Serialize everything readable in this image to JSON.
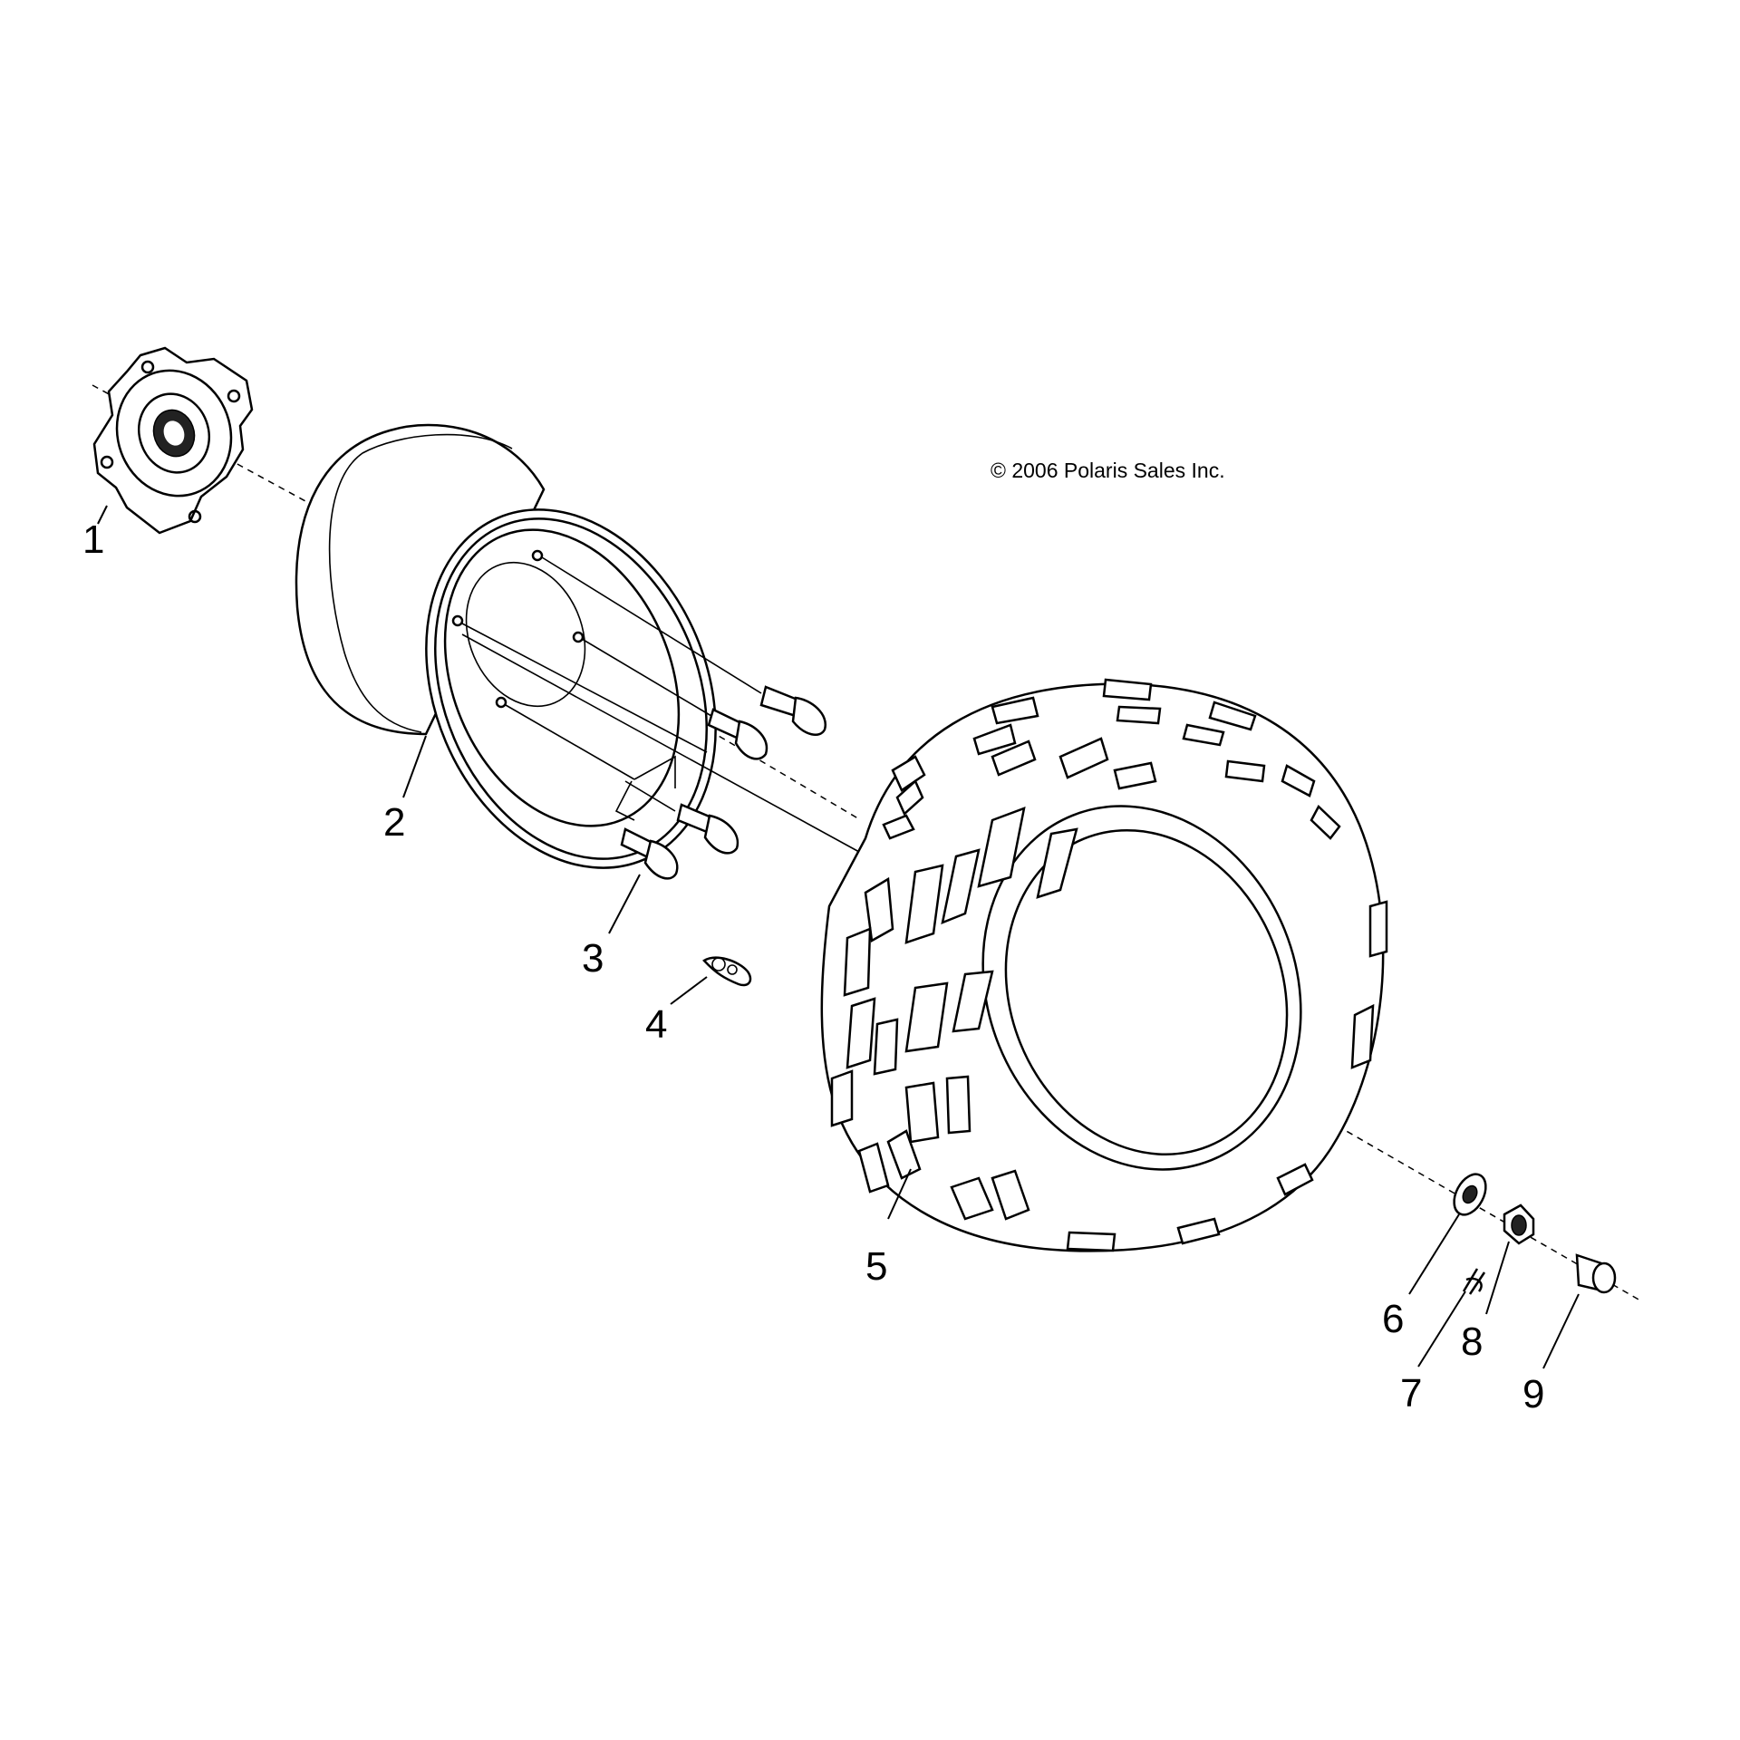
{
  "diagram": {
    "copyright": "© 2006 Polaris Sales Inc.",
    "parts": [
      {
        "label": "1",
        "part": "hub"
      },
      {
        "label": "2",
        "part": "wheel"
      },
      {
        "label": "3",
        "part": "lug-nut"
      },
      {
        "label": "4",
        "part": "valve-stem"
      },
      {
        "label": "5",
        "part": "tire"
      },
      {
        "label": "6",
        "part": "washer"
      },
      {
        "label": "7",
        "part": "cotter-pin"
      },
      {
        "label": "8",
        "part": "castle-nut"
      },
      {
        "label": "9",
        "part": "cap"
      }
    ]
  }
}
